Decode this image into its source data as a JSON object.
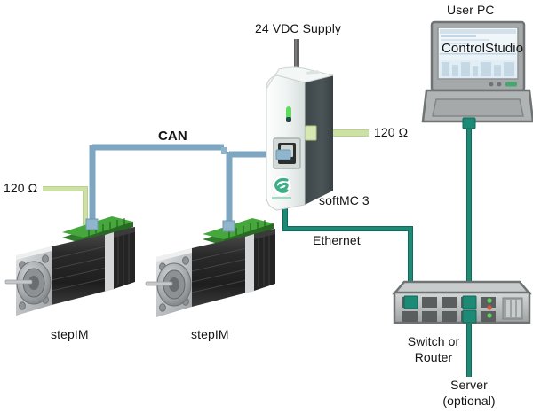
{
  "diagram": {
    "title": "softMC 3 CAN / Ethernet network topology",
    "background": "#ffffff"
  },
  "colors": {
    "can_cable": "#9fc0d4",
    "can_cable_edge": "#7ea6c0",
    "ethernet_cable": "#1c7f6e",
    "terminator_lead": "#c2d899",
    "terminator_block": "#cfe0a4",
    "power_cable": "#5a5a5a",
    "motor_body": "#2b2b2b",
    "motor_flange": "#c9cbcc",
    "terminal_green": "#3f9c35",
    "device_light": "#eef2f1",
    "device_dark": "#454f52",
    "led_green": "#4bd24b",
    "laptop_gray": "#9a9a9a",
    "laptop_screen": "#eaf2f7",
    "switch_gray": "#b9bdbd",
    "text": "#141414"
  },
  "labels": {
    "power_supply": "24 VDC Supply",
    "user_pc": "User PC",
    "pc_software": "ControlStudio",
    "terminator_right": "120 Ω",
    "terminator_left": "120 Ω",
    "controller": "softMC 3",
    "bus_name": "CAN",
    "ethernet": "Ethernet",
    "motor_left": "stepIM",
    "motor_right": "stepIM",
    "switch_line1": "Switch or",
    "switch_line2": "Router",
    "server_line1": "Server",
    "server_line2": "(optional)"
  },
  "nodes": {
    "controller": {
      "name": "softMC 3",
      "ports": [
        "CAN RJ45",
        "120 ohm terminator",
        "24 VDC power",
        "Ethernet"
      ],
      "status_led": "green"
    },
    "user_pc": {
      "name": "User PC",
      "application": "ControlStudio",
      "link": "Ethernet"
    },
    "switch": {
      "name": "Switch or Router",
      "port_rows": 2,
      "ports_per_row": 5,
      "connected_ports": [
        "top-row-port-1",
        "top-row-port-4",
        "bottom-row-port-4"
      ],
      "leds": 3
    },
    "server": {
      "name": "Server",
      "qualifier": "(optional)"
    },
    "motor_left": {
      "name": "stepIM",
      "bus": "CAN",
      "terminated": true
    },
    "motor_right": {
      "name": "stepIM",
      "bus": "CAN",
      "terminated": false
    }
  },
  "connections": [
    {
      "from": "24 VDC Supply",
      "to": "softMC 3",
      "medium": "power"
    },
    {
      "from": "softMC 3",
      "to": "stepIM (right)",
      "medium": "CAN"
    },
    {
      "from": "stepIM (right)",
      "to": "stepIM (left)",
      "medium": "CAN"
    },
    {
      "from": "stepIM (left)",
      "to": "120 Ω",
      "medium": "terminator"
    },
    {
      "from": "softMC 3",
      "to": "120 Ω",
      "medium": "terminator"
    },
    {
      "from": "softMC 3",
      "to": "Switch or Router",
      "medium": "Ethernet"
    },
    {
      "from": "Switch or Router",
      "to": "User PC",
      "medium": "Ethernet"
    },
    {
      "from": "Switch or Router",
      "to": "Server (optional)",
      "medium": "Ethernet"
    }
  ]
}
